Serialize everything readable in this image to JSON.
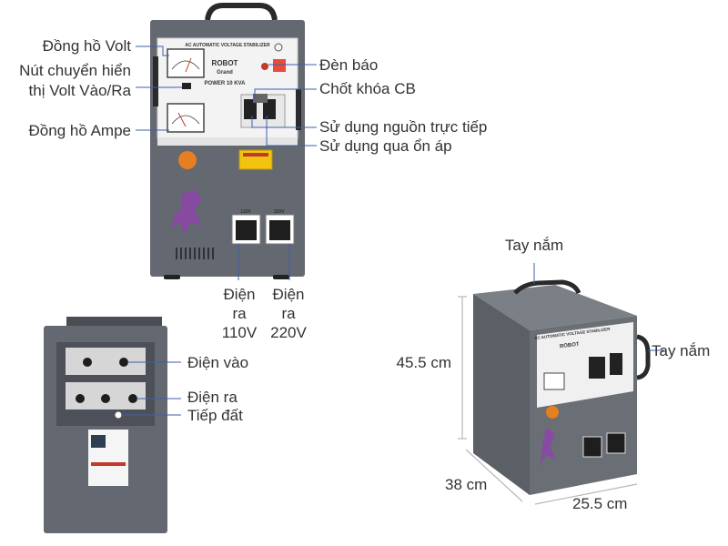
{
  "colors": {
    "body_gray": "#646870",
    "panel_white": "#f3f3f3",
    "handle_black": "#2a2a2a",
    "label_text": "#333333",
    "leader_line": "#3b5fa8",
    "dim_line": "#b8b8b8"
  },
  "front": {
    "brand": "ROBOT",
    "brand_sub": "Grand",
    "panel_title": "AC AUTOMATIC VOLTAGE STABILIZER",
    "power": "POWER 10 KVA",
    "socket_110": "110V",
    "socket_220": "220V",
    "callouts": {
      "volt_meter": "Đồng hồ Volt",
      "volt_switch_line1": "Nút chuyển hiển",
      "volt_switch_line2": "thị Volt Vào/Ra",
      "ampe_meter": "Đồng hồ Ampe",
      "indicator_light": "Đèn báo",
      "cb_lock": "Chốt khóa CB",
      "direct_power": "Sử dụng nguồn trực tiếp",
      "via_stabilizer": "Sử dụng qua ổn áp",
      "out110_l1": "Điện",
      "out110_l2": "ra",
      "out110_l3": "110V",
      "out220_l1": "Điện",
      "out220_l2": "ra",
      "out220_l3": "220V"
    }
  },
  "back": {
    "callouts": {
      "power_in": "Điện vào",
      "power_out": "Điện ra",
      "ground": "Tiếp đất"
    }
  },
  "side": {
    "callouts": {
      "handle_top": "Tay nắm",
      "handle_side": "Tay nắm"
    },
    "dimensions": {
      "height": "45.5 cm",
      "depth": "38 cm",
      "width": "25.5 cm"
    }
  }
}
